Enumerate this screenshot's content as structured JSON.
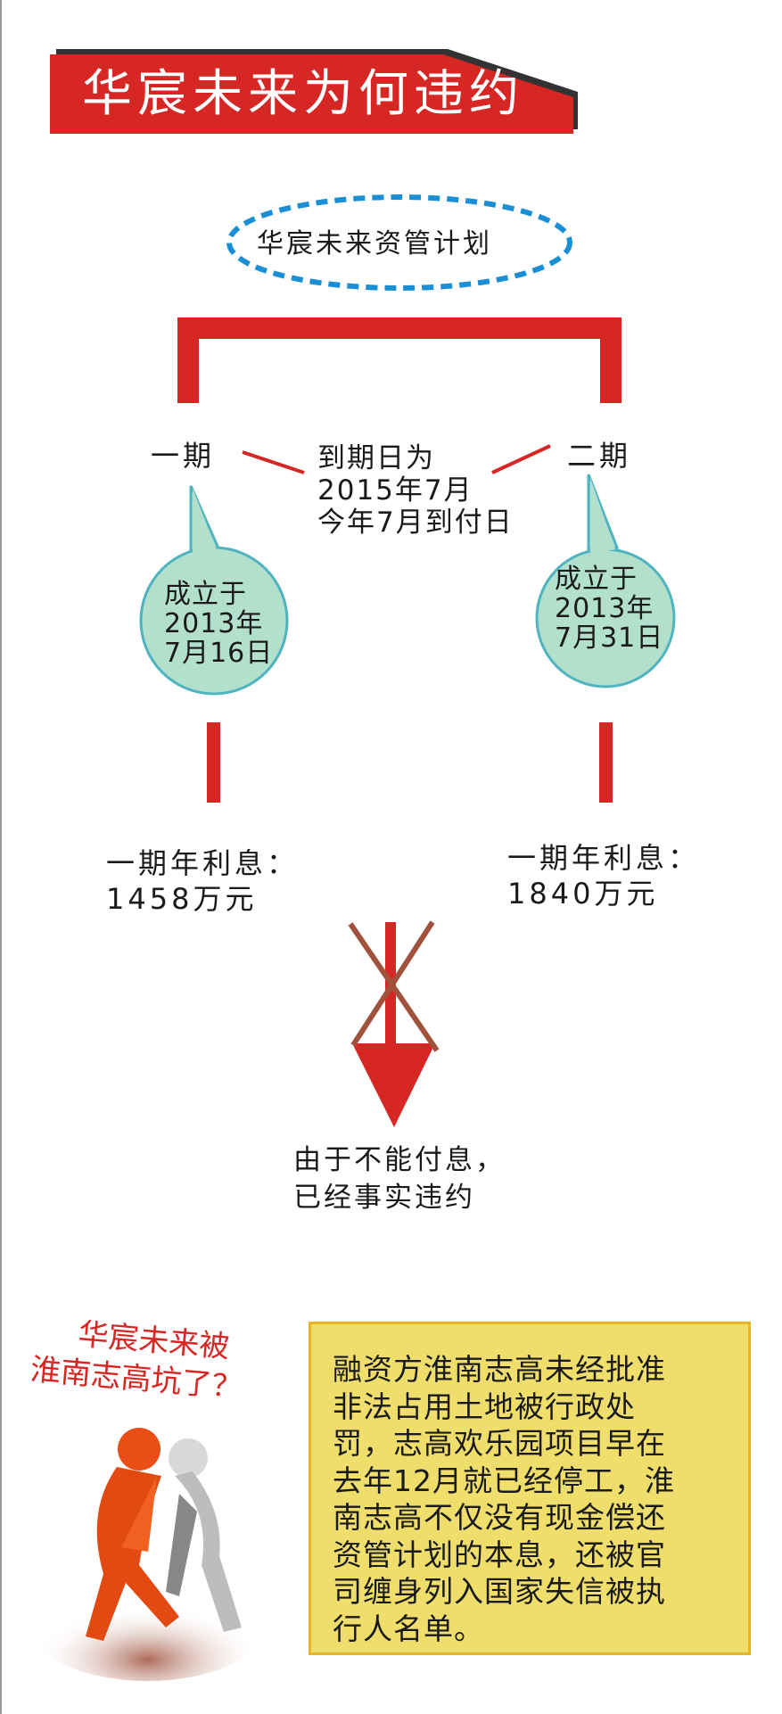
{
  "title": "华宸未来为何违约",
  "plan_name": "华宸未来资管计划",
  "phase1": {
    "label": "一期",
    "founded": [
      "成立于",
      "2013年",
      "7月16日"
    ],
    "interest": [
      "一期年利息：",
      "1458万元"
    ]
  },
  "phase2": {
    "label": "二期",
    "founded": [
      "成立于",
      "2013年",
      "7月31日"
    ],
    "interest": [
      "一期年利息：",
      "1840万元"
    ]
  },
  "maturity": [
    "到期日为",
    "2015年7月",
    "今年7月到付日"
  ],
  "result": [
    "由于不能付息，",
    "已经事实违约"
  ],
  "question": [
    "华宸未来被",
    "淮南志高坑了？"
  ],
  "explanation": [
    "融资方淮南志高未经批准",
    "非法占用土地被行政处",
    "罚，志高欢乐园项目早在",
    "去年12月就已经停工，淮",
    "南志高不仅没有现金偿还",
    "资管计划的本息，还被官",
    "司缠身列入国家失信被执",
    "行人名单。"
  ],
  "colors": {
    "red": "#d62725",
    "blue": "#1a8fd6",
    "teal": "#b3dfcd",
    "yellow": "#efde6b",
    "brown": "#a0523d"
  }
}
